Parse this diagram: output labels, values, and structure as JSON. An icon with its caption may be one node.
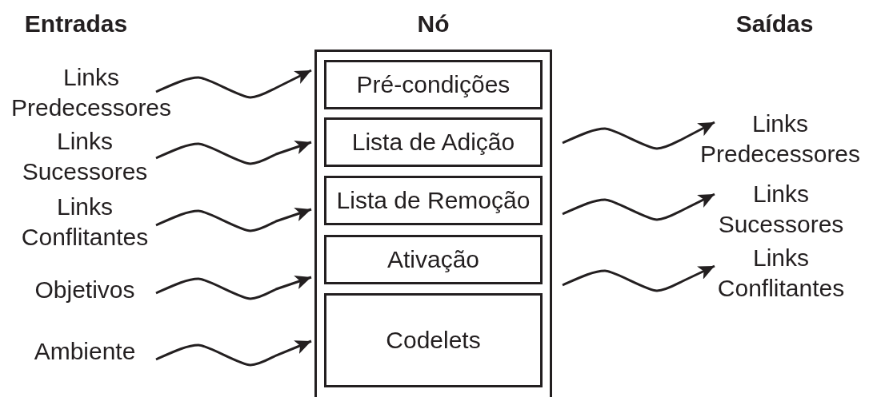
{
  "diagram": {
    "nodes": [
      {
        "text": [
          "Nó"
        ]
      },
      {
        "text": [
          "Pré-condições"
        ],
        "in": 0
      },
      {
        "text": [
          "Lista de Adição"
        ],
        "in": 0
      },
      {
        "text": [
          "Lista de Remoção"
        ],
        "in": 0
      },
      {
        "text": [
          "Ativação"
        ],
        "in": 0
      },
      {
        "text": [
          "Codelets"
        ],
        "in": 0
      },
      {
        "text": [
          "Links Predecessores"
        ]
      },
      {
        "text": [
          "Links Sucessores"
        ]
      },
      {
        "text": [
          "Links Conflitantes"
        ]
      },
      {
        "text": [
          "Objetivos"
        ]
      },
      {
        "text": [
          "Ambiente"
        ]
      },
      {
        "text": [
          "Links Predecessores"
        ]
      },
      {
        "text": [
          "Links Sucessores"
        ]
      },
      {
        "text": [
          "Links Conflitantes"
        ]
      }
    ],
    "edges": [
      {
        "from": 6,
        "to": 0,
        "arrow": "to"
      },
      {
        "from": 7,
        "to": 0,
        "arrow": "to"
      },
      {
        "from": 8,
        "to": 0,
        "arrow": "to"
      },
      {
        "from": 9,
        "to": 0,
        "arrow": "to"
      },
      {
        "from": 10,
        "to": 0,
        "arrow": "to"
      },
      {
        "from": 0,
        "to": 11,
        "arrow": "to"
      },
      {
        "from": 0,
        "to": 12,
        "arrow": "to"
      },
      {
        "from": 0,
        "to": 13,
        "arrow": "to"
      }
    ],
    "labels": [
      "Entradas",
      "Saídas"
    ]
  }
}
